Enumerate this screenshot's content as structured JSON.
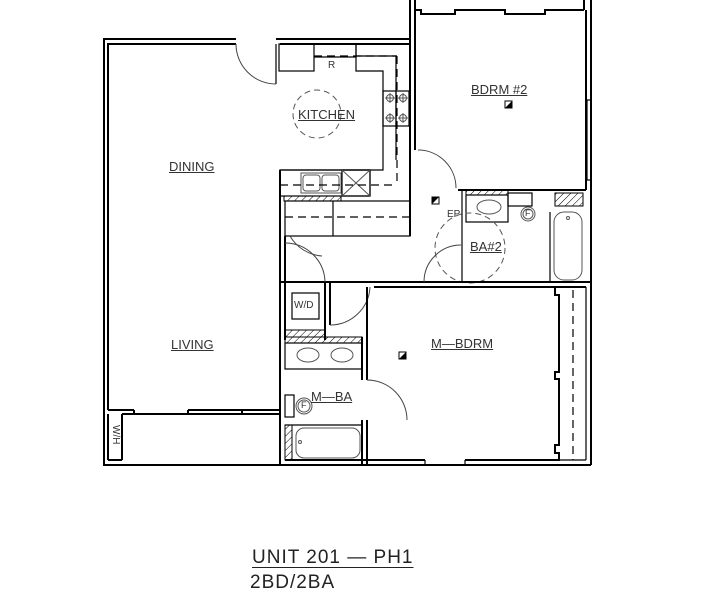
{
  "plan": {
    "rooms": {
      "kitchen": "KITCHEN",
      "dining": "DINING",
      "living": "LIVING",
      "bedroom2": "BDRM  #2",
      "bath2": "BA#2",
      "master_bedroom": "M—BDRM",
      "master_bath": "M—BA"
    },
    "fixtures": {
      "refrigerator": "R",
      "washer_dryer": "W/D",
      "water_heater": "W/H",
      "electrical_panel": "EP",
      "fan_1": "F",
      "fan_2": "F"
    }
  },
  "title_block": {
    "unit": "UNIT  201  —  PH1",
    "type": "2BD/2BA"
  }
}
